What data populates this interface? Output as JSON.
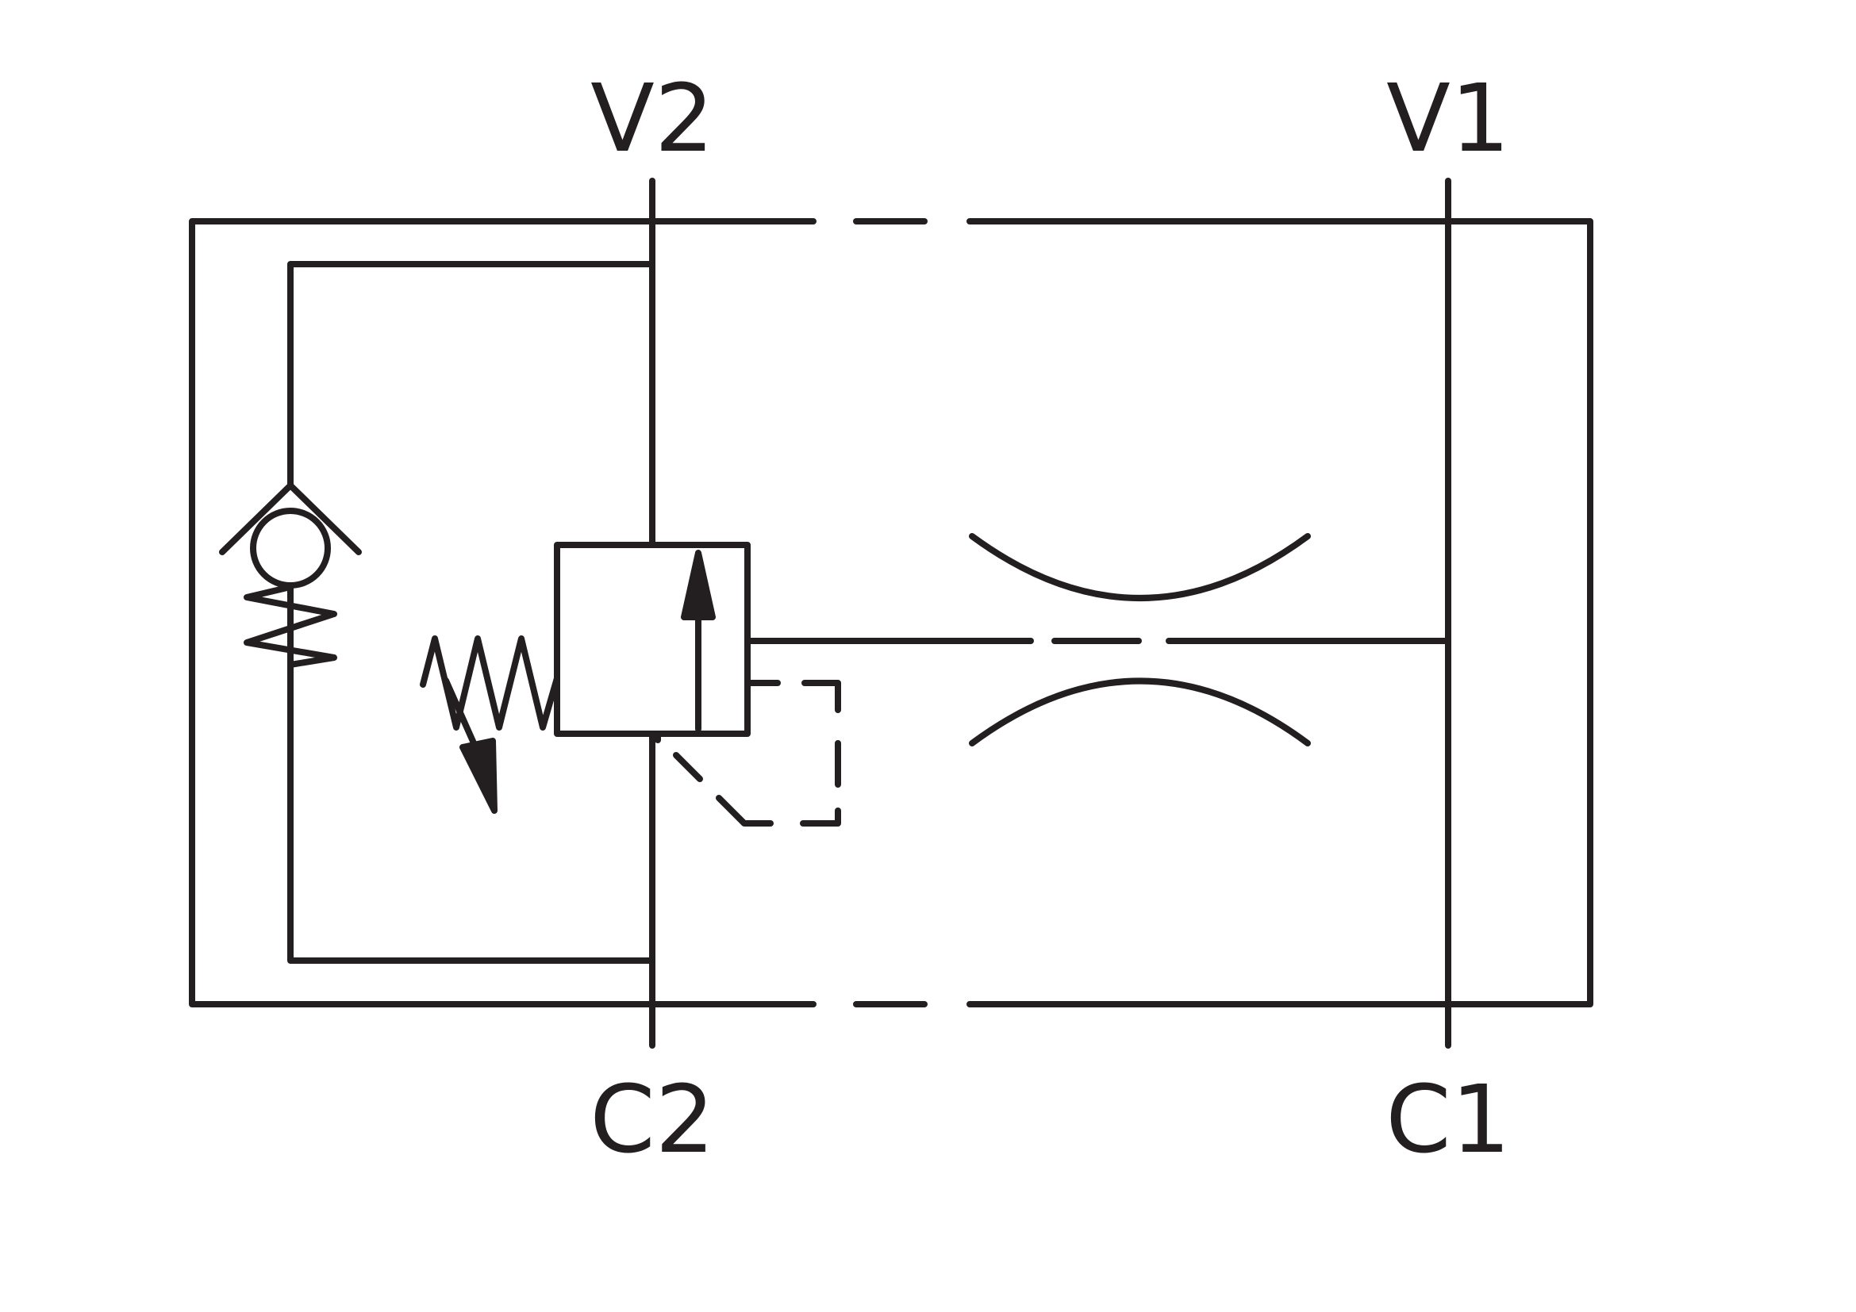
{
  "diagram": {
    "type": "hydraulic-schematic",
    "ports": {
      "v2": "V2",
      "v1": "V1",
      "c2": "C2",
      "c1": "C1"
    },
    "components": [
      "check-valve",
      "adjustable-spring",
      "pressure-relief-valve",
      "pilot-line",
      "double-restriction",
      "valve-body-outline"
    ],
    "colors": {
      "line": "#231f20",
      "background": "#ffffff"
    }
  }
}
